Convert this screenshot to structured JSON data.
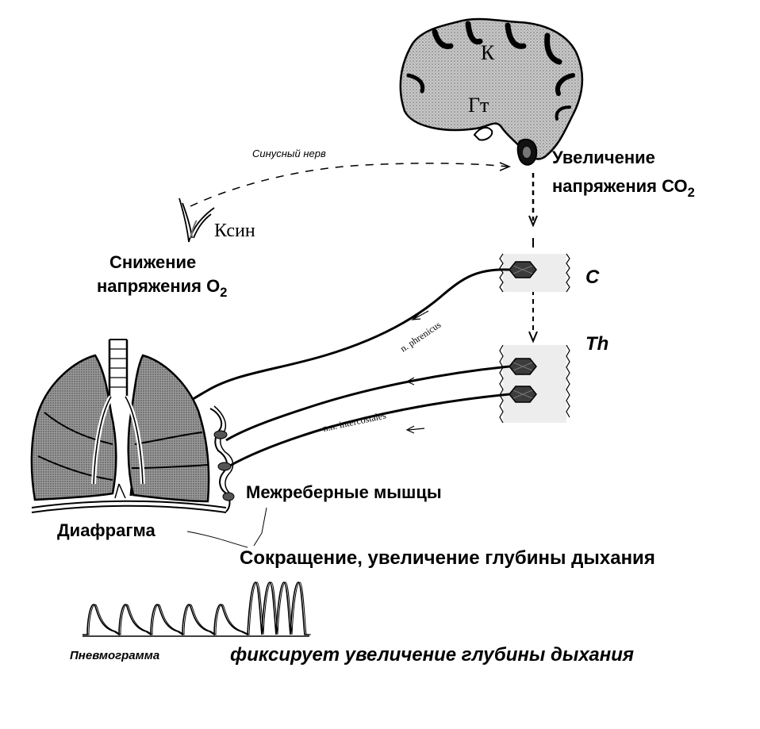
{
  "brain": {
    "cortex_label": "К",
    "hypothalamus_label": "Гт"
  },
  "stimuli": {
    "co2_line1": "Увеличение",
    "co2_line2": "напряжения СО",
    "co2_sub": "2",
    "o2_line1": "Снижение",
    "o2_line2": "напряжения  О",
    "o2_sub": "2",
    "receptor_label": "Ксин",
    "sinus_nerve_label": "Синусный нерв"
  },
  "spinal": {
    "cervical_label": "C",
    "thoracic_label": "Th"
  },
  "nerves": {
    "phrenic_label": "n. phrenicus",
    "intercostal_label": "n.n. intercostales"
  },
  "effectors": {
    "intercostal_muscles": "Межреберные мышцы",
    "diaphragm": "Диафрагма",
    "response": "Сокращение, увеличение глубины дыхания"
  },
  "pneumogram": {
    "label": "Пневмограмма",
    "caption": "фиксирует увеличение глубины дыхания",
    "normal_breaths": 5,
    "deep_breaths": 4
  },
  "colors": {
    "ink": "#000000",
    "brain_fill": "#b8b8b8",
    "lung_fill": "#8f8f8f",
    "segment_fill": "#e2e2e2"
  }
}
